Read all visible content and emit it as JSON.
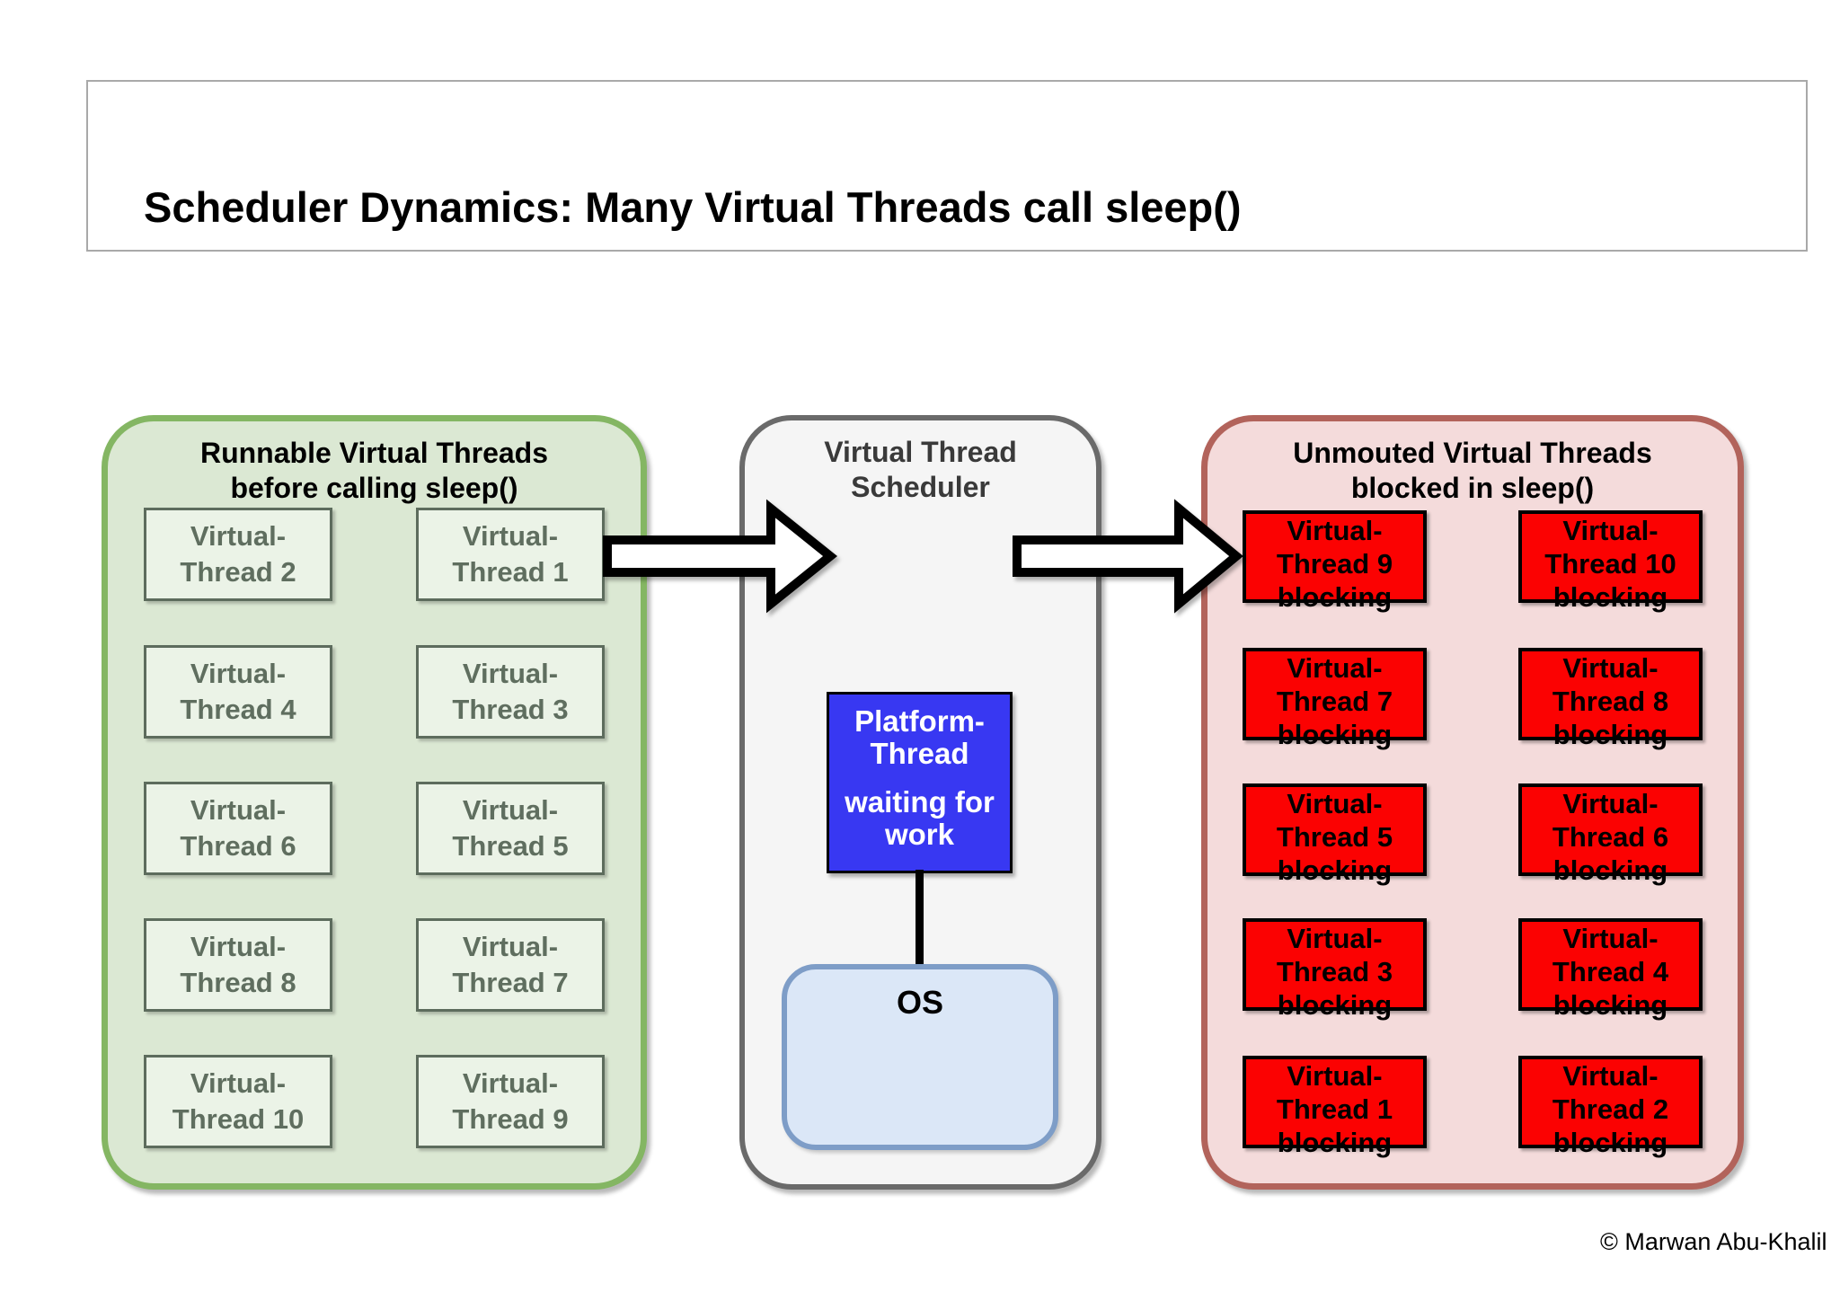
{
  "title": {
    "text": "Scheduler Dynamics: Many Virtual Threads call sleep()"
  },
  "left_panel": {
    "title_line1": "Runnable Virtual Threads",
    "title_line2": "before calling sleep()",
    "threads": [
      {
        "line1": "Virtual-",
        "line2": "Thread 2"
      },
      {
        "line1": "Virtual-",
        "line2": "Thread 1"
      },
      {
        "line1": "Virtual-",
        "line2": "Thread 4"
      },
      {
        "line1": "Virtual-",
        "line2": "Thread 3"
      },
      {
        "line1": "Virtual-",
        "line2": "Thread 6"
      },
      {
        "line1": "Virtual-",
        "line2": "Thread 5"
      },
      {
        "line1": "Virtual-",
        "line2": "Thread 8"
      },
      {
        "line1": "Virtual-",
        "line2": "Thread 7"
      },
      {
        "line1": "Virtual-",
        "line2": "Thread 10"
      },
      {
        "line1": "Virtual-",
        "line2": "Thread 9"
      }
    ]
  },
  "scheduler_panel": {
    "title_line1": "Virtual Thread",
    "title_line2": "Scheduler",
    "platform_thread": {
      "line1": "Platform-",
      "line2": "Thread",
      "line3": "waiting for",
      "line4": "work"
    },
    "os_label": "OS"
  },
  "right_panel": {
    "title_line1": "Unmouted Virtual Threads",
    "title_line2": "blocked in sleep()",
    "threads": [
      {
        "line1": "Virtual-",
        "line2": "Thread 9",
        "line3": "blocking"
      },
      {
        "line1": "Virtual-",
        "line2": "Thread 10",
        "line3": "blocking"
      },
      {
        "line1": "Virtual-",
        "line2": "Thread 7",
        "line3": "blocking"
      },
      {
        "line1": "Virtual-",
        "line2": "Thread 8",
        "line3": "blocking"
      },
      {
        "line1": "Virtual-",
        "line2": "Thread 5",
        "line3": "blocking"
      },
      {
        "line1": "Virtual-",
        "line2": "Thread 6",
        "line3": "blocking"
      },
      {
        "line1": "Virtual-",
        "line2": "Thread 3",
        "line3": "blocking"
      },
      {
        "line1": "Virtual-",
        "line2": "Thread 4",
        "line3": "blocking"
      },
      {
        "line1": "Virtual-",
        "line2": "Thread 1",
        "line3": "blocking"
      },
      {
        "line1": "Virtual-",
        "line2": "Thread 2",
        "line3": "blocking"
      }
    ]
  },
  "footer": {
    "copyright": "© Marwan Abu-Khalil"
  },
  "colors": {
    "runnable_panel_fill": "#dbe8d3",
    "runnable_panel_border": "#84b663",
    "runnable_box_fill": "#ebf3e7",
    "scheduler_panel_fill": "#f5f5f5",
    "scheduler_panel_border": "#6a6a6a",
    "platform_thread_fill": "#3838f2",
    "os_box_fill": "#dbe7f7",
    "os_box_border": "#7e9dc7",
    "blocked_panel_fill": "#f4dbdb",
    "blocked_panel_border": "#b2635b",
    "blocked_box_fill": "#fb0202"
  }
}
